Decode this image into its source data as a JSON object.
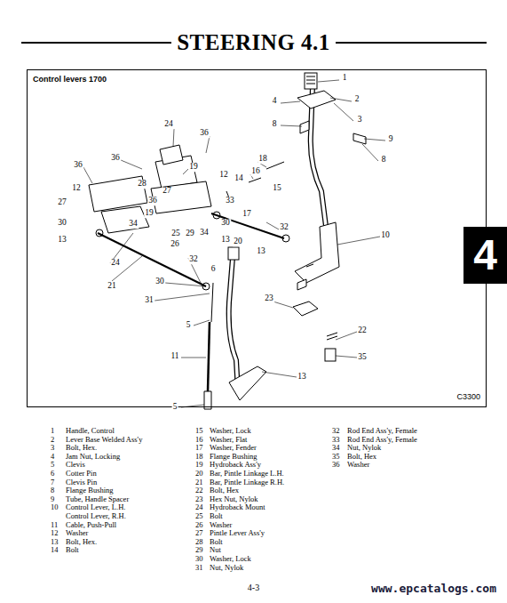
{
  "diagram": {
    "title": "STEERING 4.1",
    "nodes": [
      {
        "text": [
          "Control levers 1700",
          "C3300"
        ]
      },
      {
        "text": [
          "4"
        ]
      }
    ],
    "labels": [
      "1",
      "2",
      "3",
      "4",
      "8",
      "9",
      "8",
      "24",
      "36",
      "36",
      "36",
      "19",
      "18",
      "16",
      "12",
      "14",
      "28",
      "12",
      "15",
      "27",
      "36",
      "33",
      "27",
      "19",
      "17",
      "30",
      "30",
      "34",
      "25",
      "29",
      "20",
      "34",
      "13",
      "26",
      "13",
      "10",
      "32",
      "24",
      "13",
      "32",
      "21",
      "6",
      "30",
      "31",
      "23",
      "5",
      "22",
      "11",
      "35",
      "13",
      "5",
      "1",
      "Handle, Control",
      "2",
      "Lever Base Welded Ass'y",
      "3",
      "Bolt, Hex.",
      "4",
      "Jam Nut, Locking",
      "5",
      "Clevis",
      "6",
      "Cotter Pin",
      "7",
      "Clevis Pin",
      "8",
      "Flange Bushing",
      "9",
      "Tube, Handle Spacer",
      "10",
      "Control Lever, L.H.",
      "Control Lever, R.H.",
      "11",
      "Cable, Push-Pull",
      "12",
      "Washer",
      "13",
      "Bolt, Hex.",
      "14",
      "Bolt",
      "15",
      "Washer, Lock",
      "16",
      "Washer, Flat",
      "17",
      "Washer, Fender",
      "18",
      "Flange Bushing",
      "19",
      "Hydroback Ass'y",
      "20",
      "Bar, Pintle Linkage L.H.",
      "21",
      "Bar, Pintle Linkage R.H.",
      "22",
      "Bolt, Hex",
      "23",
      "Hex Nut, Nylok",
      "24",
      "Hydroback Mount",
      "25",
      "Bolt",
      "26",
      "Washer",
      "27",
      "Pintle Lever Ass'y",
      "28",
      "Bolt",
      "29",
      "Nut",
      "30",
      "Washer, Lock",
      "31",
      "Nut, Nylok",
      "32",
      "Rod End Ass'y, Female",
      "33",
      "Rod End Ass'y, Female",
      "34",
      "Nut, Nylok",
      "35",
      "Bolt, Hex",
      "36",
      "Washer",
      "4-3",
      "www.epcatalogs.com"
    ]
  }
}
